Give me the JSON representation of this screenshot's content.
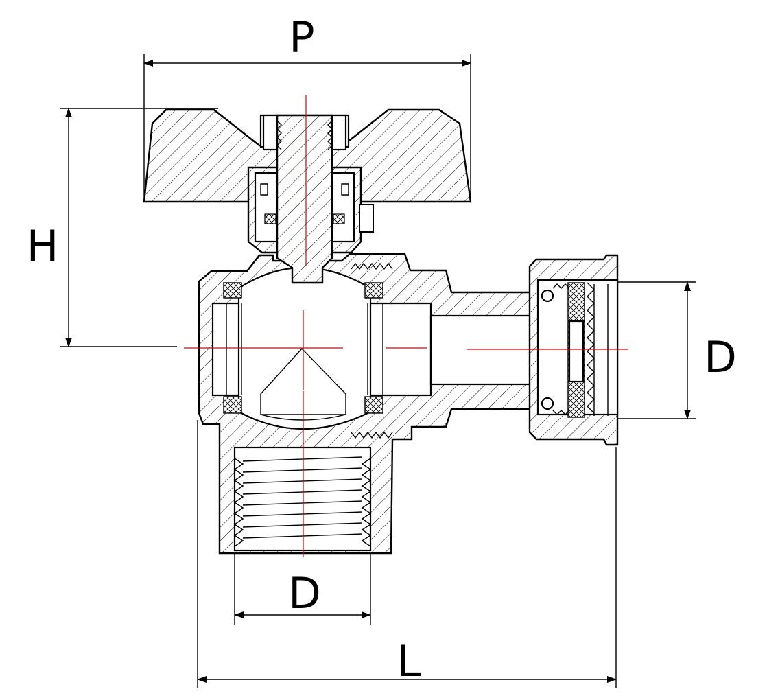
{
  "dimensions": {
    "top_width": "P",
    "height": "H",
    "side_diameter": "D",
    "bottom_diameter": "D",
    "total_length": "L"
  },
  "colors": {
    "line": "#000000",
    "axis": "#e00000",
    "background": "#ffffff"
  }
}
